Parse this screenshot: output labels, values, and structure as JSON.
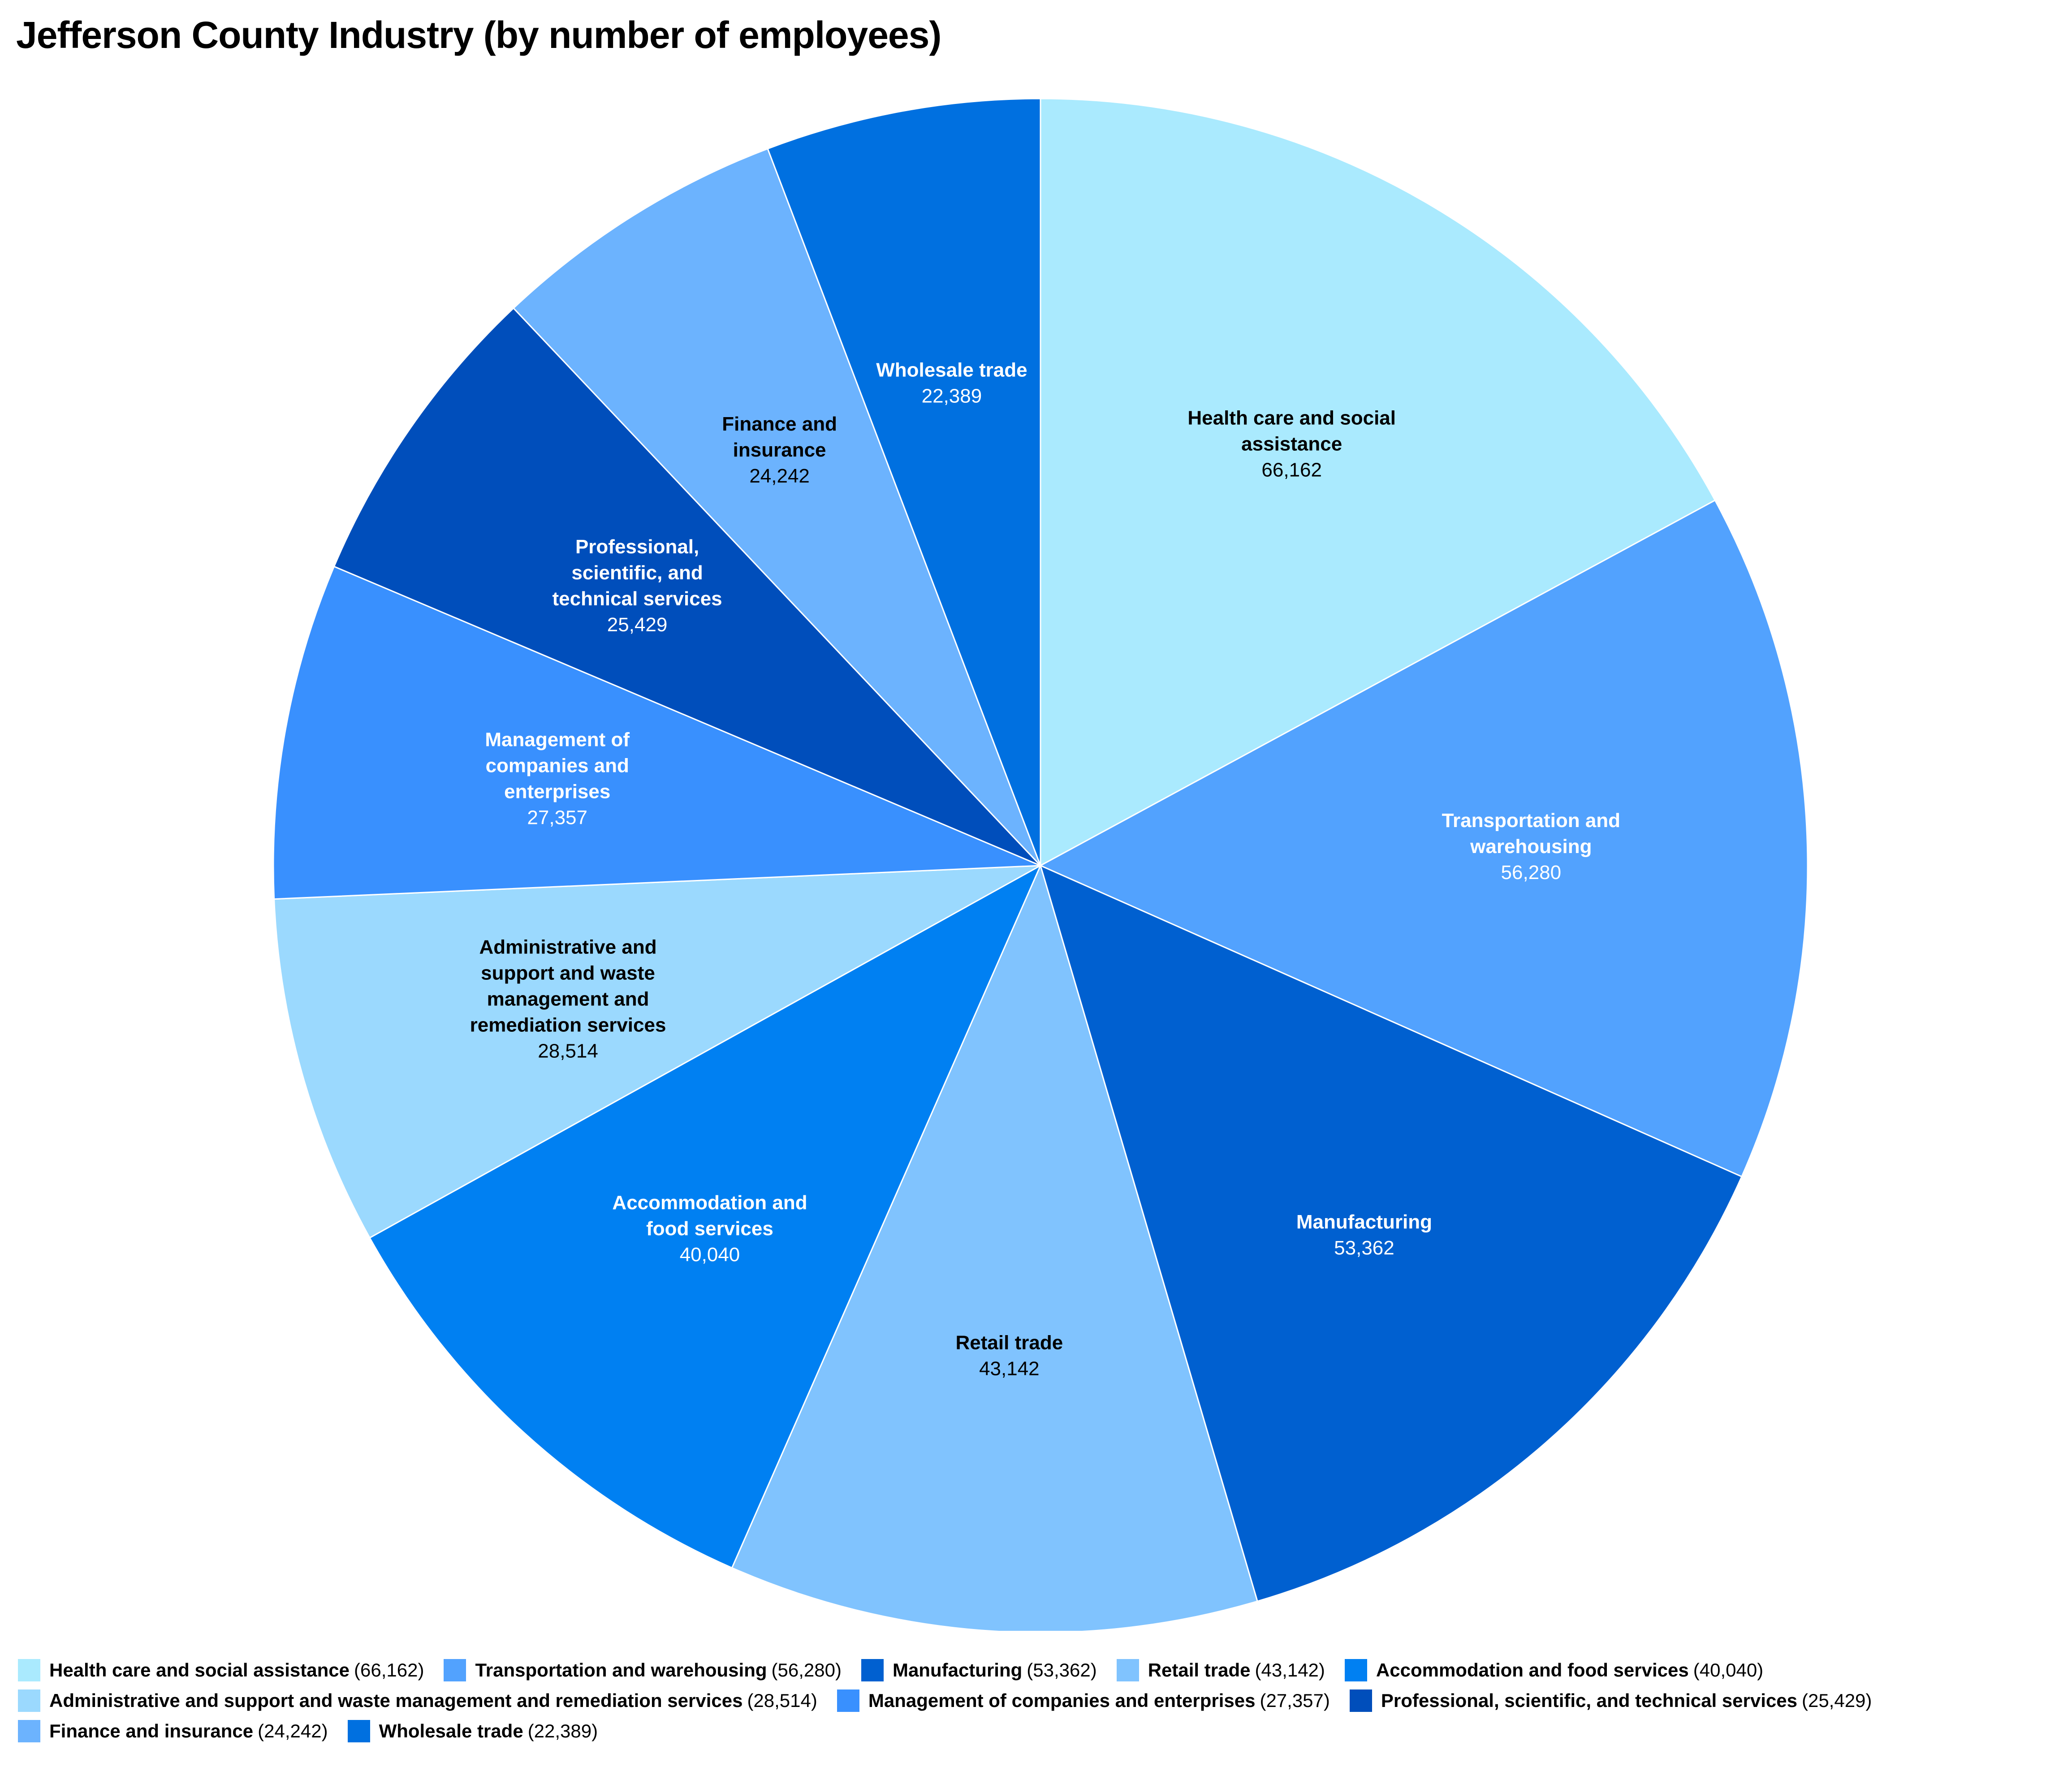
{
  "chart_data": {
    "type": "pie",
    "title": "Jefferson County Industry (by number of employees)",
    "legend_position": "bottom",
    "slices": [
      {
        "name": "Health care and social assistance",
        "value": 66162,
        "value_label": "66,162",
        "legend_value": "(66,162)",
        "label_lines": [
          "Health care and social",
          "assistance"
        ],
        "color": "#aaeafe",
        "text_color": "#000000"
      },
      {
        "name": "Transportation and warehousing",
        "value": 56280,
        "value_label": "56,280",
        "legend_value": "(56,280)",
        "label_lines": [
          "Transportation and",
          "warehousing"
        ],
        "color": "#52a2fe",
        "text_color": "#ffffff"
      },
      {
        "name": "Manufacturing",
        "value": 53362,
        "value_label": "53,362",
        "legend_value": "(53,362)",
        "label_lines": [
          "Manufacturing"
        ],
        "color": "#0060d0",
        "text_color": "#ffffff"
      },
      {
        "name": "Retail trade",
        "value": 43142,
        "value_label": "43,142",
        "legend_value": "(43,142)",
        "label_lines": [
          "Retail trade"
        ],
        "color": "#80c3fe",
        "text_color": "#000000"
      },
      {
        "name": "Accommodation and food services",
        "value": 40040,
        "value_label": "40,040",
        "legend_value": "(40,040)",
        "label_lines": [
          "Accommodation and",
          "food services"
        ],
        "color": "#0080f2",
        "text_color": "#ffffff"
      },
      {
        "name": "Administrative and support and waste management and remediation services",
        "value": 28514,
        "value_label": "28,514",
        "legend_value": "(28,514)",
        "label_lines": [
          "Administrative and",
          "support and waste",
          "management and",
          "remediation services"
        ],
        "color": "#9bd9fe",
        "text_color": "#000000"
      },
      {
        "name": "Management of companies and enterprises",
        "value": 27357,
        "value_label": "27,357",
        "legend_value": "(27,357)",
        "label_lines": [
          "Management of",
          "companies and",
          "enterprises"
        ],
        "color": "#3990fe",
        "text_color": "#ffffff"
      },
      {
        "name": "Professional, scientific, and technical services",
        "value": 25429,
        "value_label": "25,429",
        "legend_value": "(25,429)",
        "label_lines": [
          "Professional,",
          "scientific, and",
          "technical services"
        ],
        "color": "#004ebb",
        "text_color": "#ffffff"
      },
      {
        "name": "Finance and insurance",
        "value": 24242,
        "value_label": "24,242",
        "legend_value": "(24,242)",
        "label_lines": [
          "Finance and",
          "insurance"
        ],
        "color": "#6cb3fe",
        "text_color": "#000000"
      },
      {
        "name": "Wholesale trade",
        "value": 22389,
        "value_label": "22,389",
        "legend_value": "(22,389)",
        "label_lines": [
          "Wholesale trade"
        ],
        "color": "#0070e0",
        "text_color": "#ffffff"
      }
    ]
  }
}
